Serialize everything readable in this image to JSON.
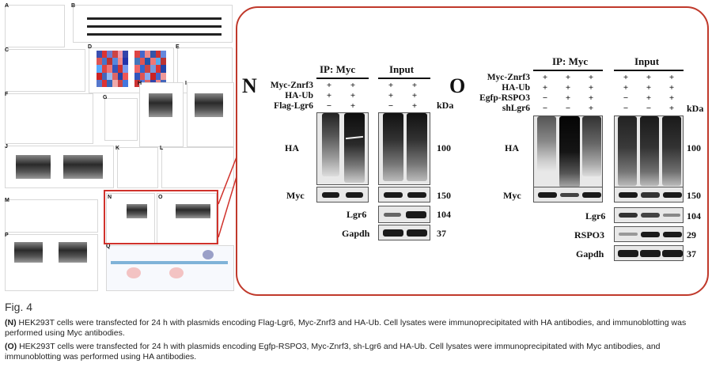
{
  "figure": {
    "title": "Fig. 4",
    "captions": [
      {
        "letter": "(N)",
        "text": " HEK293T cells were transfected for 24 h with plasmids encoding Flag-Lgr6, Myc-Znrf3 and HA-Ub. Cell lysates were immunoprecipitated with HA antibodies, and immunoblotting was performed using Myc antibodies."
      },
      {
        "letter": "(O)",
        "text": " HEK293T cells were transfected for 24 h with plasmids encoding Egfp-RSPO3, Myc-Znrf3, sh-Lgr6 and HA-Ub. Cell lysates were immunoprecipitated with Myc antibodies, and immunoblotting was performed using HA antibodies."
      }
    ]
  },
  "thumbnail": {
    "panel_letters": [
      "A",
      "B",
      "C",
      "D",
      "E",
      "F",
      "G",
      "H",
      "I",
      "J",
      "K",
      "L",
      "M",
      "N",
      "O",
      "P",
      "Q"
    ]
  },
  "panel_N": {
    "letter": "N",
    "ip_header": "IP: Myc",
    "input_header": "Input",
    "rows": [
      {
        "label": "Myc-Znrf3",
        "ip": [
          "+",
          "+"
        ],
        "input": [
          "+",
          "+"
        ]
      },
      {
        "label": "HA-Ub",
        "ip": [
          "+",
          "+"
        ],
        "input": [
          "+",
          "+"
        ]
      },
      {
        "label": "Flag-Lgr6",
        "ip": [
          "−",
          "+"
        ],
        "input": [
          "−",
          "+"
        ]
      }
    ],
    "kda_label": "kDa",
    "blots": [
      {
        "name": "HA",
        "kda": "100"
      },
      {
        "name": "Myc",
        "kda": "150"
      },
      {
        "name": "Lgr6",
        "kda": "104"
      },
      {
        "name": "Gapdh",
        "kda": "37"
      }
    ]
  },
  "panel_O": {
    "letter": "O",
    "ip_header": "IP: Myc",
    "input_header": "Input",
    "rows": [
      {
        "label": "Myc-Znrf3",
        "ip": [
          "+",
          "+",
          "+"
        ],
        "input": [
          "+",
          "+",
          "+"
        ]
      },
      {
        "label": "HA-Ub",
        "ip": [
          "+",
          "+",
          "+"
        ],
        "input": [
          "+",
          "+",
          "+"
        ]
      },
      {
        "label": "Egfp-RSPO3",
        "ip": [
          "−",
          "+",
          "+"
        ],
        "input": [
          "−",
          "+",
          "+"
        ]
      },
      {
        "label": "shLgr6",
        "ip": [
          "−",
          "−",
          "+"
        ],
        "input": [
          "−",
          "−",
          "+"
        ]
      }
    ],
    "kda_label": "kDa",
    "blots": [
      {
        "name": "HA",
        "kda": "100"
      },
      {
        "name": "Myc",
        "kda": "150"
      },
      {
        "name": "Lgr6",
        "kda": "104"
      },
      {
        "name": "RSPO3",
        "kda": "29"
      },
      {
        "name": "Gapdh",
        "kda": "37"
      }
    ]
  },
  "colors": {
    "highlight": "#d0322c",
    "zoom_border": "#c0392b"
  }
}
